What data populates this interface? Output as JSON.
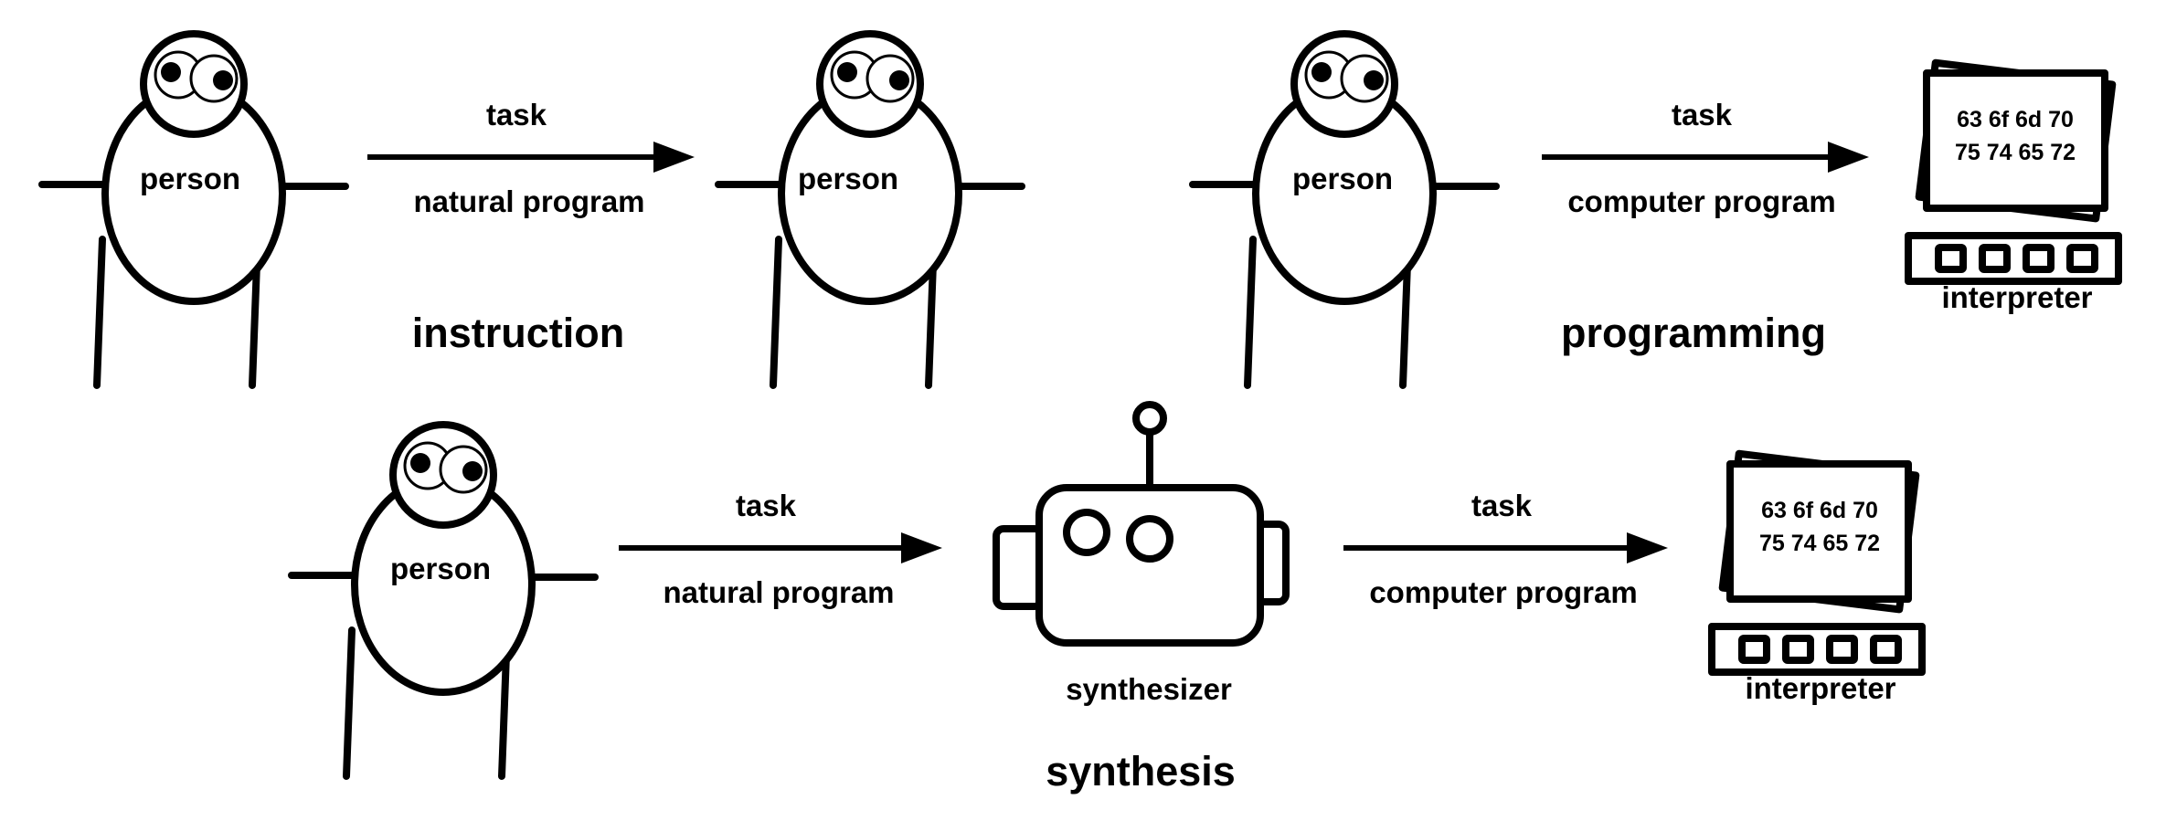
{
  "labels": {
    "person": "person",
    "task": "task",
    "natural_program": "natural program",
    "computer_program": "computer program",
    "interpreter": "interpreter",
    "synthesizer": "synthesizer"
  },
  "screen_text": {
    "line1": "63 6f 6d 70",
    "line2": "75 74 65 72"
  },
  "sections": {
    "instruction": "instruction",
    "programming": "programming",
    "synthesis": "synthesis"
  },
  "colors": {
    "stroke": "#000000",
    "background": "#ffffff"
  }
}
